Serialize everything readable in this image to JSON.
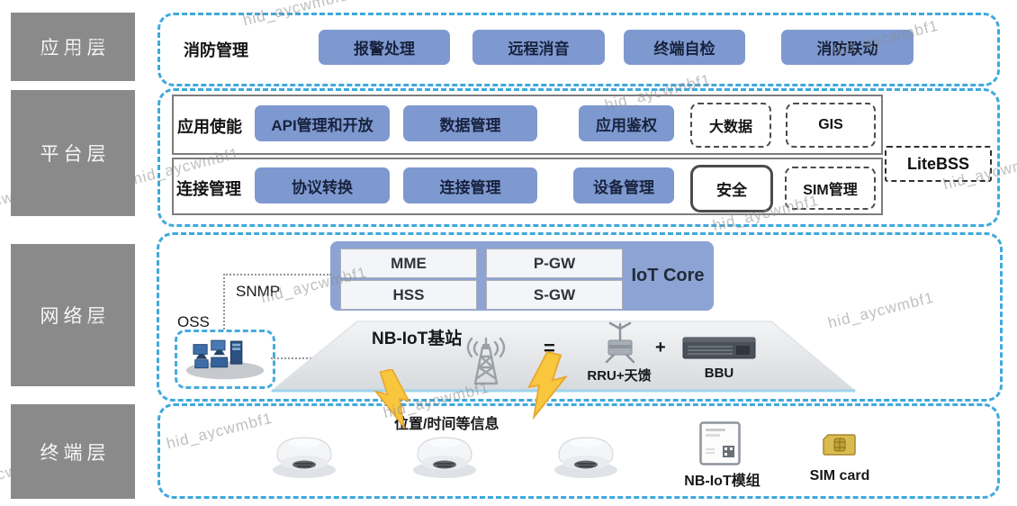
{
  "watermark": {
    "text": "hid_aycwmbf1"
  },
  "colors": {
    "layer_tag_gray": "#8A8A8A",
    "zone_dashed_blue": "#3FA9DC",
    "button_blue": "#7E99D0",
    "iot_core_blue": "#8DA3D3",
    "bolt_yellow": "#F9C73E",
    "sim_gold": "#D9BC4E"
  },
  "layers": {
    "application": {
      "label": "应用层",
      "group_label": "消防管理",
      "buttons": [
        "报警处理",
        "远程消音",
        "终端自检",
        "消防联动"
      ]
    },
    "platform": {
      "label": "平台层",
      "rows": [
        {
          "label": "应用使能",
          "buttons": [
            "API管理和开放",
            "数据管理",
            "应用鉴权"
          ],
          "dashed_chips": [
            "大数据",
            "GIS"
          ]
        },
        {
          "label": "连接管理",
          "buttons": [
            "协议转换",
            "连接管理",
            "设备管理"
          ],
          "outlined_chip": "安全",
          "dashed_chips": [
            "SIM管理"
          ]
        }
      ],
      "side_chip": "LiteBSS"
    },
    "network": {
      "label": "网络层",
      "oss_label": "OSS",
      "snmp_label": "SNMP",
      "iot_core": {
        "cells": [
          "MME",
          "P-GW",
          "HSS",
          "S-GW"
        ],
        "label": "IoT Core"
      },
      "base_station": {
        "title": "NB-IoT基站",
        "equals_sign": "=",
        "rru_label": "RRU+天馈",
        "plus_sign": "+",
        "bbu_label": "BBU"
      }
    },
    "terminal": {
      "label": "终端层",
      "info_label": "位置/时间等信息",
      "module_label": "NB-IoT模组",
      "sim_label": "SIM card"
    }
  }
}
